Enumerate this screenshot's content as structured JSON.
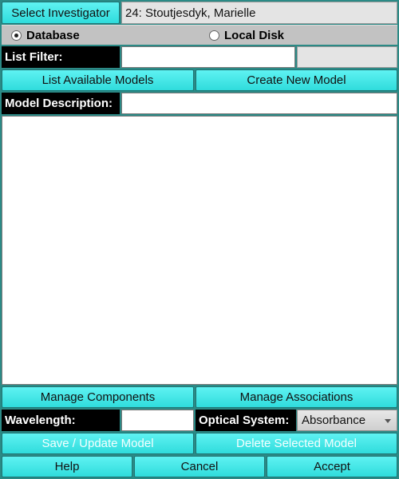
{
  "investigator": {
    "button_label": "Select Investigator",
    "value": "24: Stoutjesdyk, Marielle"
  },
  "source": {
    "options": [
      {
        "label": "Database",
        "selected": true
      },
      {
        "label": "Local Disk",
        "selected": false
      }
    ]
  },
  "list_filter": {
    "label": "List Filter:",
    "value": "",
    "aux_value": ""
  },
  "model_actions": {
    "list_label": "List Available Models",
    "create_label": "Create New Model"
  },
  "model_description": {
    "label": "Model Description:",
    "value": ""
  },
  "models_list": {
    "items": []
  },
  "manage": {
    "components_label": "Manage Components",
    "associations_label": "Manage Associations"
  },
  "wavelength": {
    "label": "Wavelength:",
    "value": ""
  },
  "optical_system": {
    "label": "Optical System:",
    "selected": "Absorbance"
  },
  "model_ops": {
    "save_label": "Save / Update Model",
    "delete_label": "Delete Selected Model"
  },
  "footer": {
    "help_label": "Help",
    "cancel_label": "Cancel",
    "accept_label": "Accept"
  },
  "colors": {
    "background": "#2b8a86",
    "button": "#3fe6e6",
    "label_bg": "#000000",
    "disabled_text": "#f4ffff"
  }
}
